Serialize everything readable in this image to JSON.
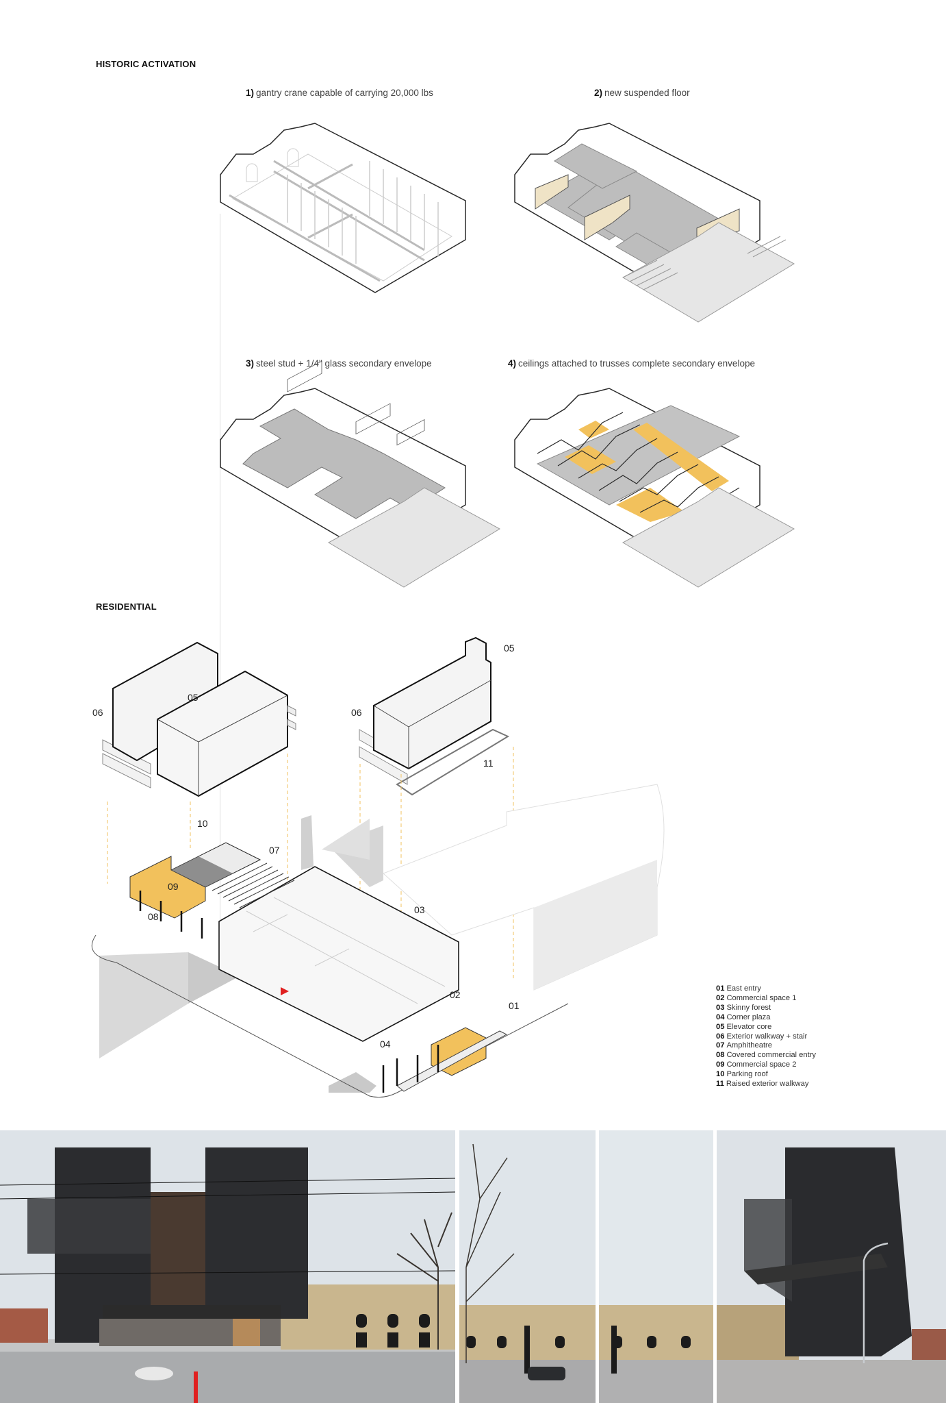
{
  "sections": {
    "historic_title": "HISTORIC ACTIVATION",
    "residential_title": "RESIDENTIAL"
  },
  "historic_steps": [
    {
      "num": "1)",
      "text": "gantry crane capable of carrying 20,000 lbs"
    },
    {
      "num": "2)",
      "text": "new suspended floor"
    },
    {
      "num": "3)",
      "text": "steel stud + 1/4\" glass secondary envelope"
    },
    {
      "num": "4)",
      "text": "ceilings attached to trusses complete secondary envelope"
    }
  ],
  "diagram_labels": {
    "left_block_06": "06",
    "left_block_05": "05",
    "right_block_06": "06",
    "right_block_05": "05",
    "right_block_11": "11",
    "site_10": "10",
    "site_07": "07",
    "site_09": "09",
    "site_08": "08",
    "site_03": "03",
    "site_02": "02",
    "site_01": "01",
    "site_04": "04"
  },
  "legend": [
    {
      "num": "01",
      "label": "East entry"
    },
    {
      "num": "02",
      "label": "Commercial space 1"
    },
    {
      "num": "03",
      "label": "Skinny forest"
    },
    {
      "num": "04",
      "label": "Corner plaza"
    },
    {
      "num": "05",
      "label": "Elevator core"
    },
    {
      "num": "06",
      "label": "Exterior walkway + stair"
    },
    {
      "num": "07",
      "label": "Amphitheatre"
    },
    {
      "num": "08",
      "label": "Covered commercial entry"
    },
    {
      "num": "09",
      "label": "Commercial space 2"
    },
    {
      "num": "10",
      "label": "Parking roof"
    },
    {
      "num": "11",
      "label": "Raised exterior walkway"
    }
  ],
  "colors": {
    "accent_yellow": "#f2c15c",
    "floor_grey": "#b9b9b9",
    "line_dark": "#2a2a2a",
    "facade_black": "#2b2c2f",
    "brick_tan": "#c9b68e",
    "sky": "#dfe4e8"
  },
  "photos": [
    {
      "name": "photo-front-elevation"
    },
    {
      "name": "photo-tree-warehouse"
    },
    {
      "name": "photo-warehouse-sky"
    },
    {
      "name": "photo-corner-perspective"
    }
  ]
}
